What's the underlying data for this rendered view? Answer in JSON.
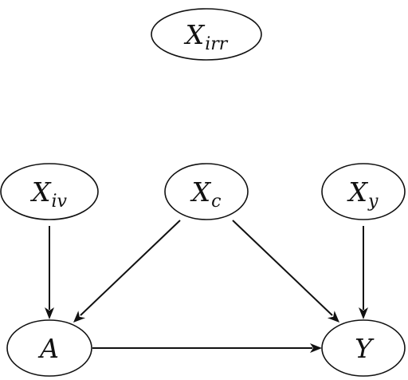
{
  "diagram": {
    "type": "causal-dag",
    "nodes": {
      "x_irr": {
        "main": "X",
        "sub": "irr"
      },
      "x_iv": {
        "main": "X",
        "sub": "iv"
      },
      "x_c": {
        "main": "X",
        "sub": "c"
      },
      "x_y": {
        "main": "X",
        "sub": "y"
      },
      "a": {
        "main": "A"
      },
      "y": {
        "main": "Y"
      }
    },
    "edges": [
      {
        "from": "x_iv",
        "to": "a"
      },
      {
        "from": "x_c",
        "to": "a"
      },
      {
        "from": "x_c",
        "to": "y"
      },
      {
        "from": "x_y",
        "to": "y"
      },
      {
        "from": "a",
        "to": "y"
      }
    ],
    "colors": {
      "stroke": "#111111",
      "fill": "#ffffff",
      "background": "#ffffff"
    }
  }
}
